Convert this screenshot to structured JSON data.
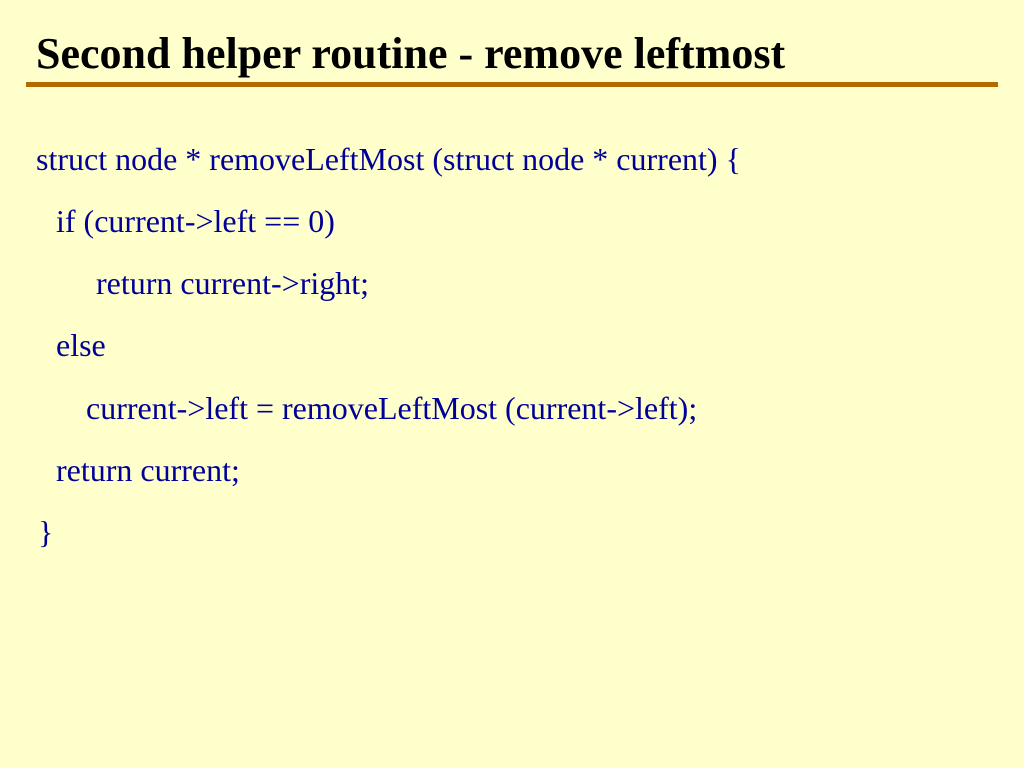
{
  "slide": {
    "title": "Second helper routine - remove leftmost",
    "code_lines": [
      "struct node * removeLeftMost (struct node * current) {",
      "if (current->left == 0)",
      "return current->right;",
      "else",
      "current->left = removeLeftMost (current->left);",
      "return current;",
      "}"
    ],
    "colors": {
      "background": "#FFFFCC",
      "title_text": "#000000",
      "title_rule": "#B36B00",
      "code_text": "#000099"
    }
  }
}
